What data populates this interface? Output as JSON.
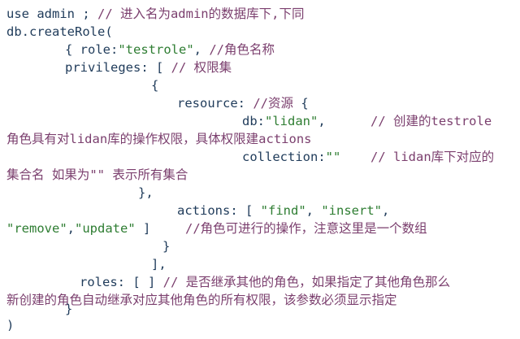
{
  "code": {
    "l1": {
      "a": "use admin ; ",
      "b": "// 进入名为admin的数据库下,下同"
    },
    "l2": {
      "a": "db.createRole("
    },
    "l3": {
      "a": "{ role:",
      "b": "\"testrole\"",
      "c": ", ",
      "d": "//角色名称"
    },
    "l4": {
      "a": "privileges: [ ",
      "b": "// 权限集"
    },
    "l5": {
      "a": "{"
    },
    "l6": {
      "a": "resource: ",
      "b": "//资源 ",
      "c": "{"
    },
    "l7": {
      "a": "db:",
      "b": "\"lidan\"",
      "c": ",",
      "d": "// 创建的testrole"
    },
    "l8": {
      "a": "角色具有对lidan库的操作权限，具体权限建actions"
    },
    "l9": {
      "a": "collection:",
      "b": "\"\"",
      "c": "// lidan库下对应的"
    },
    "l10": {
      "a": "集合名 如果为\"\" 表示所有集合"
    },
    "l11": {
      "a": "},"
    },
    "l12": {
      "a": "actions: [ ",
      "b": "\"find\"",
      "c": ", ",
      "d": "\"insert\"",
      "e": ","
    },
    "l13": {
      "a": "\"remove\"",
      "b": ",",
      "c": "\"update\"",
      "d": " ]",
      "e": "//角色可进行的操作，注意这里是一个数组"
    },
    "l14": {
      "a": "}"
    },
    "l15": {
      "a": "],"
    },
    "l16": {
      "a": "roles: [ ] ",
      "b": "// 是否继承其他的角色，如果指定了其他角色那么"
    },
    "l17": {
      "a": "新创建的角色自动继承对应其他角色的所有权限，该参数必须显示指定"
    },
    "l18": {
      "a": "}"
    },
    "l19": {
      "a": ")"
    }
  },
  "colors": {
    "comment": "#7b3f6e",
    "string": "#2e7d32",
    "keyword": "#1f3b5a",
    "text": "#000000"
  }
}
